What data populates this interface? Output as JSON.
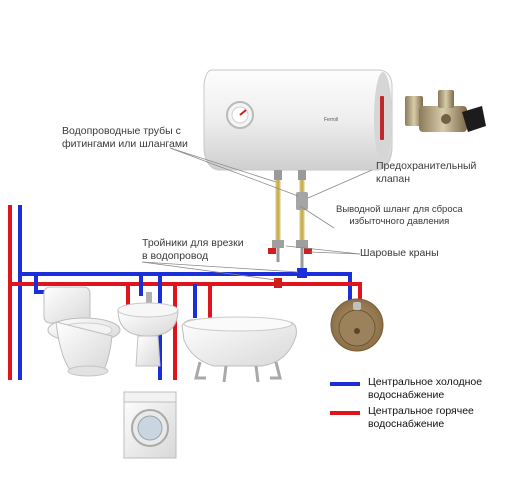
{
  "colors": {
    "cold": "#1a2fd8",
    "hot": "#e0141c",
    "leader": "#8a8a8a",
    "label_text": "#3a3a3a"
  },
  "labels": {
    "pipes": [
      "Водопроводные трубы с",
      "фитингами или шлангами"
    ],
    "safety_valve": [
      "Предохранительный",
      "клапан"
    ],
    "drain_hose": [
      "Выводной шланг для сброса",
      "избыточного давления"
    ],
    "tees": [
      "Тройники для врезки",
      "в водопровод"
    ],
    "ball_valves": "Шаровые краны"
  },
  "legend": {
    "cold": [
      "Центральное холодное",
      "водоснабжение"
    ],
    "hot": [
      "Центральное горячее",
      "водоснабжение"
    ]
  },
  "heater_brand": "Ferroli"
}
